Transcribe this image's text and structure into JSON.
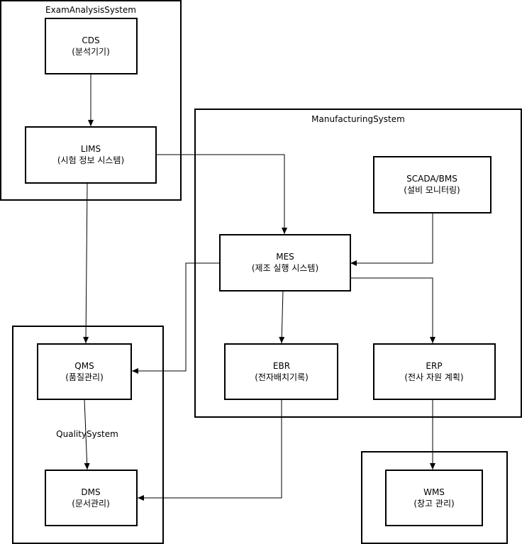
{
  "groups": {
    "exam": {
      "label": "ExamAnalysisSystem"
    },
    "manufacturing": {
      "label": "ManufacturingSystem"
    },
    "quality": {
      "label": "QualitySystem"
    }
  },
  "nodes": {
    "cds": {
      "line1": "CDS",
      "line2": "(분석기기)"
    },
    "lims": {
      "line1": "LIMS",
      "line2": "(시험 정보 시스템)"
    },
    "scada": {
      "line1": "SCADA/BMS",
      "line2": "(설비 모니터링)"
    },
    "mes": {
      "line1": "MES",
      "line2": "(제조 실행 시스템)"
    },
    "ebr": {
      "line1": "EBR",
      "line2": "(전자배치기록)"
    },
    "erp": {
      "line1": "ERP",
      "line2": "(전사 자원 계획)"
    },
    "qms": {
      "line1": "QMS",
      "line2": "(품질관리)"
    },
    "dms": {
      "line1": "DMS",
      "line2": "(문서관리)"
    },
    "wms": {
      "line1": "WMS",
      "line2": "(창고 관리)"
    }
  }
}
